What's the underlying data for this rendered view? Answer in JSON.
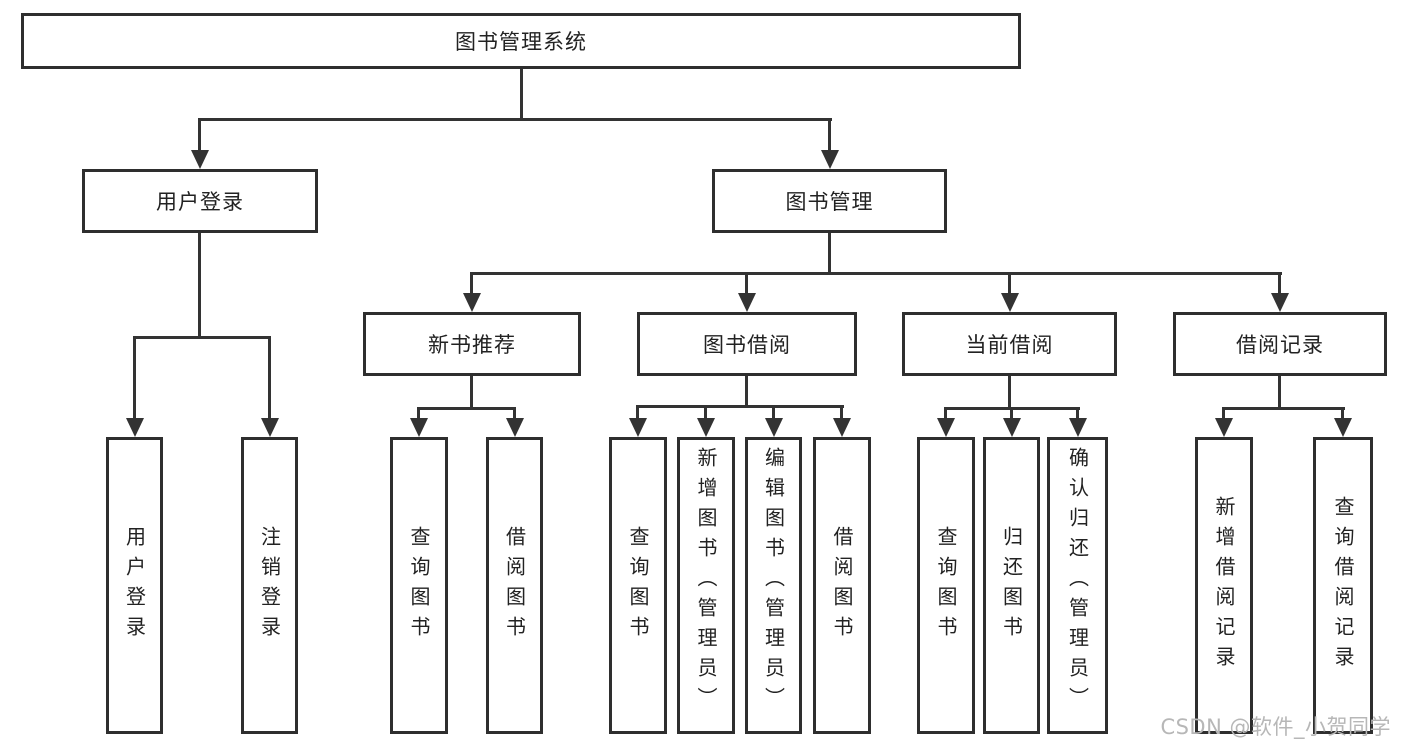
{
  "diagram": {
    "title": "图书管理系统",
    "tree": {
      "label": "图书管理系统",
      "children": [
        {
          "label": "用户登录",
          "children": [
            {
              "label": "用户登录"
            },
            {
              "label": "注销登录"
            }
          ]
        },
        {
          "label": "图书管理",
          "children": [
            {
              "label": "新书推荐",
              "children": [
                {
                  "label": "查询图书"
                },
                {
                  "label": "借阅图书"
                }
              ]
            },
            {
              "label": "图书借阅",
              "children": [
                {
                  "label": "查询图书"
                },
                {
                  "label": "新增图书（管理员）"
                },
                {
                  "label": "编辑图书（管理员）"
                },
                {
                  "label": "借阅图书"
                }
              ]
            },
            {
              "label": "当前借阅",
              "children": [
                {
                  "label": "查询图书"
                },
                {
                  "label": "归还图书"
                },
                {
                  "label": "确认归还（管理员）"
                }
              ]
            },
            {
              "label": "借阅记录",
              "children": [
                {
                  "label": "新增借阅记录"
                },
                {
                  "label": "查询借阅记录"
                }
              ]
            }
          ]
        }
      ]
    },
    "colors": {
      "line": "#333333",
      "box_border": "#2e2e2e",
      "text": "#222222",
      "background": "#ffffff",
      "watermark_text": "#b7b7b7"
    }
  },
  "watermark": {
    "text": "CSDN @软件_小贺同学"
  }
}
